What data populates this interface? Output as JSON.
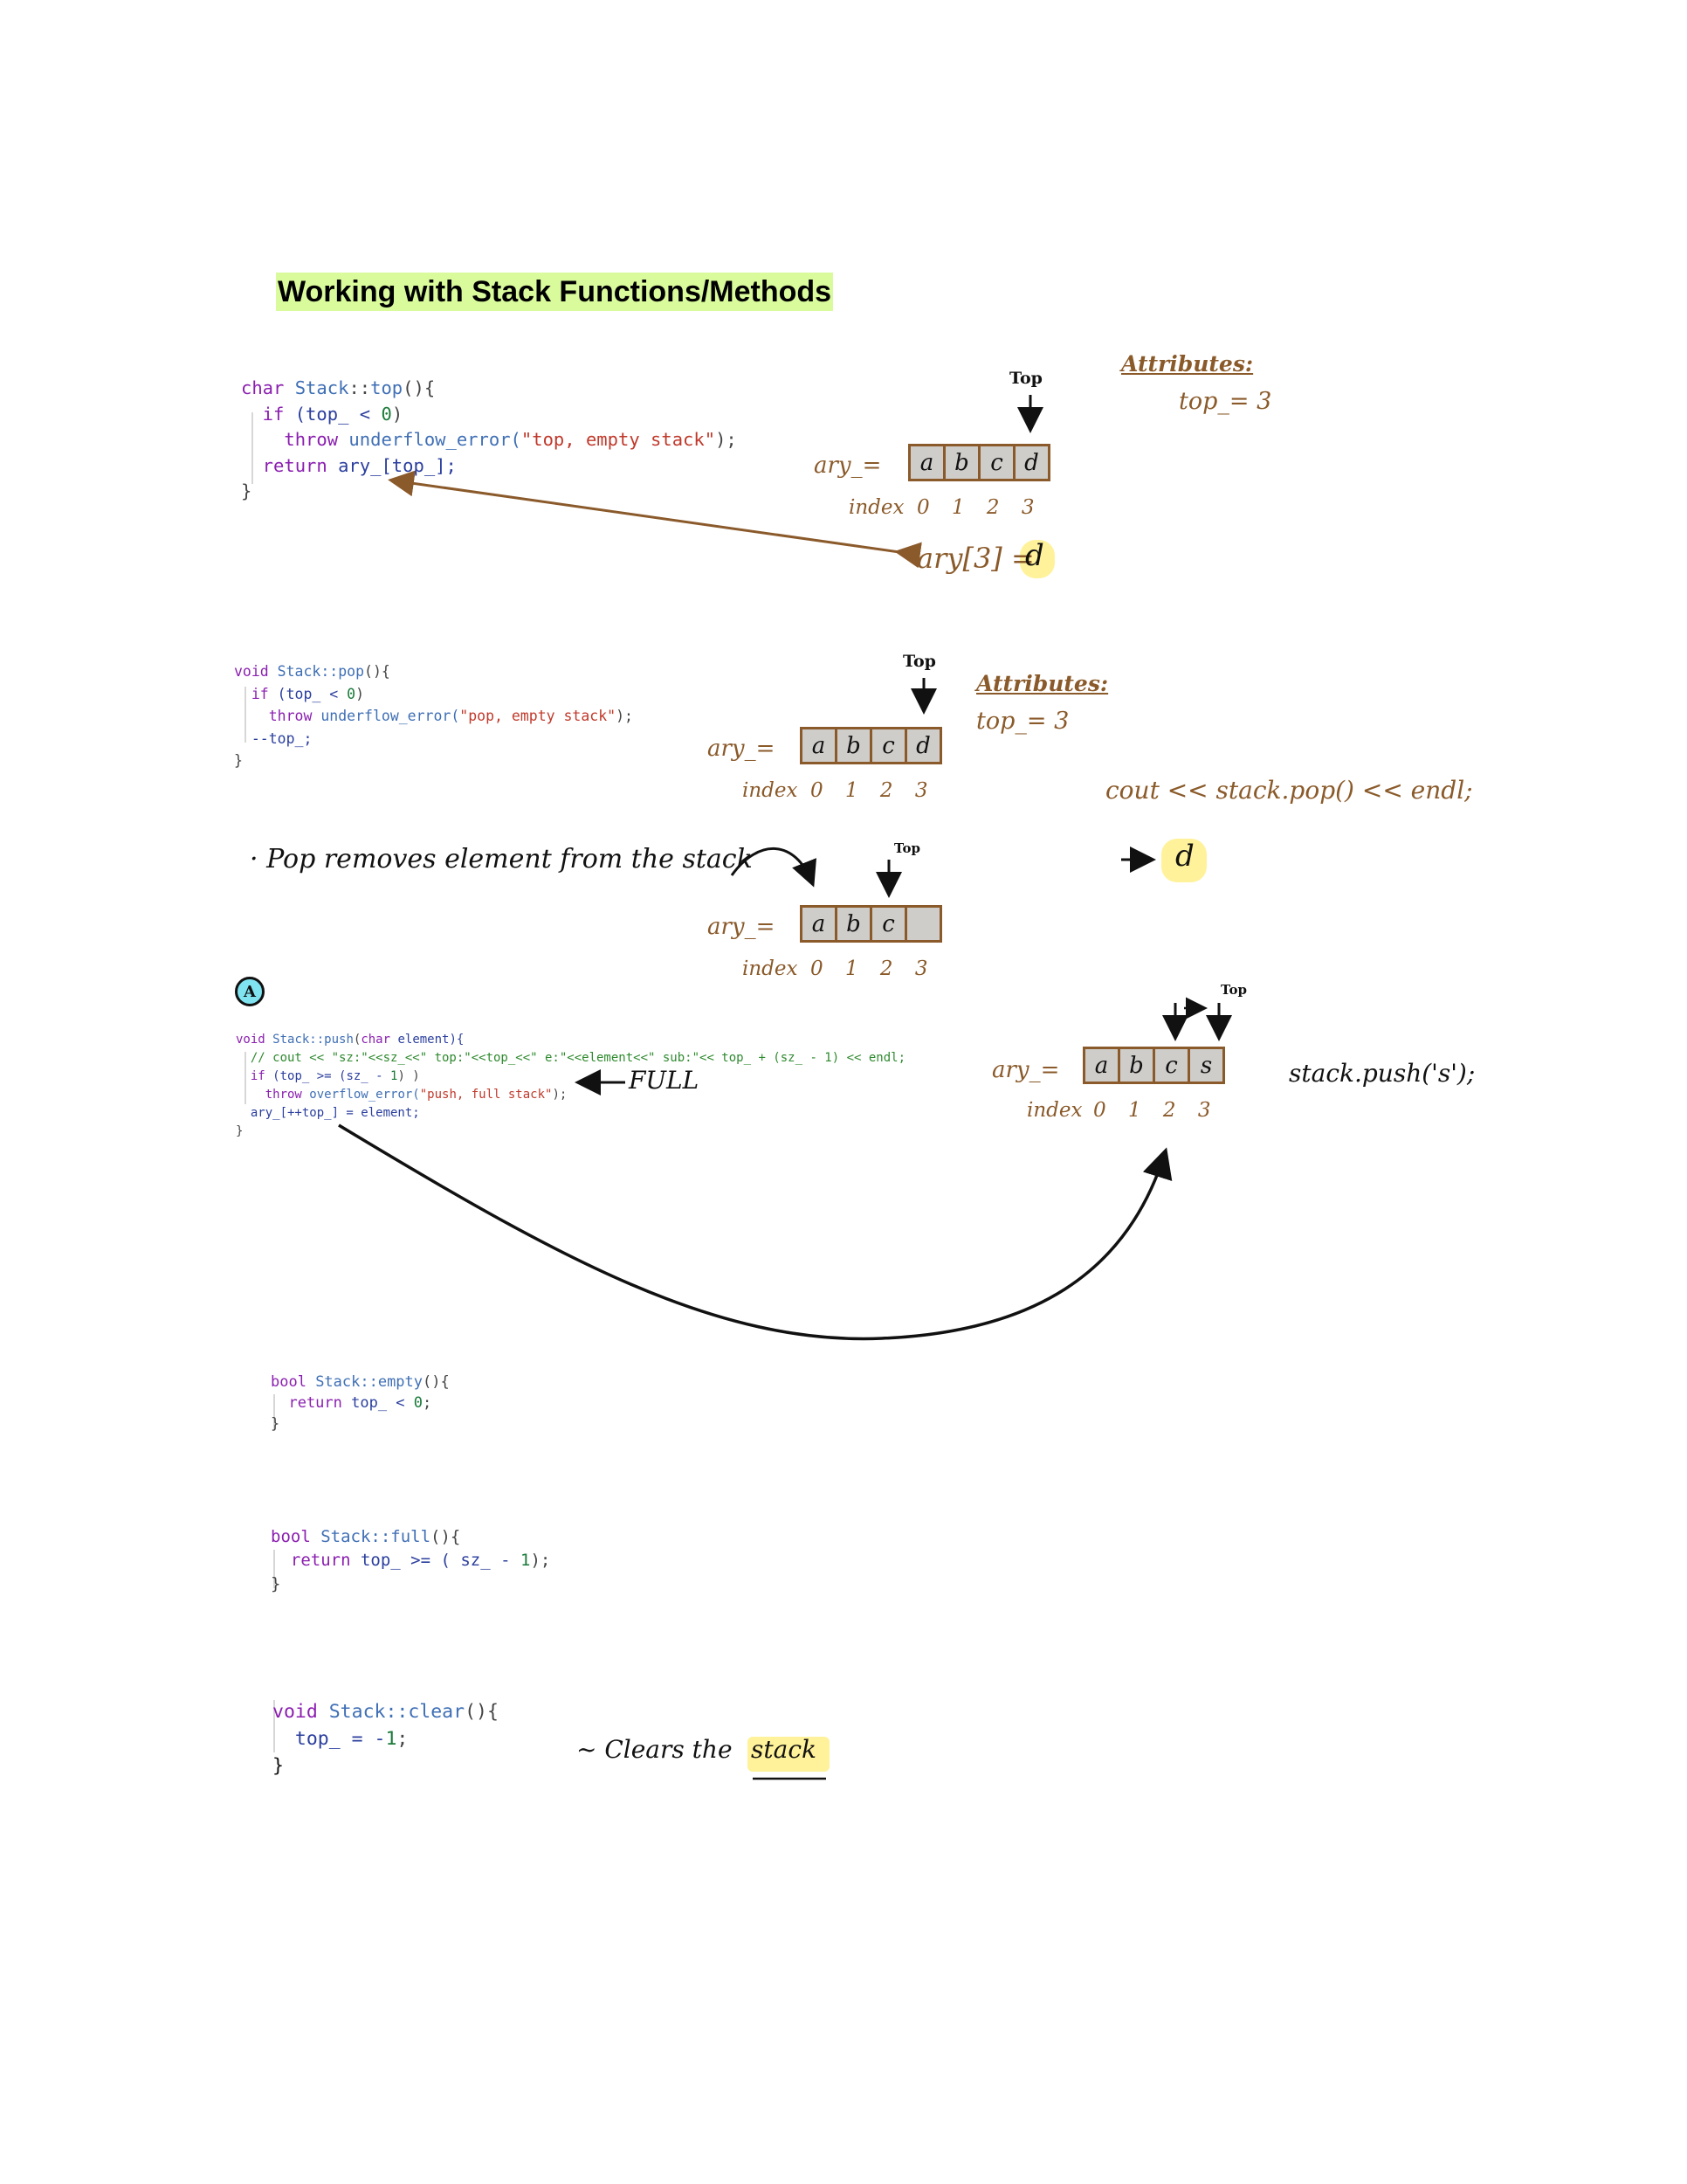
{
  "title": "Working with Stack Functions/Methods",
  "colors": {
    "title_highlight": "#d9fb9c",
    "handwriting": "#8a5a2a",
    "array_border": "#8b5a2b",
    "array_cell": "#cfcdca",
    "highlight": "#fff29a",
    "marker": "#7fe3f0"
  },
  "code_blocks": [
    {
      "name": "code-top",
      "lines": [
        [
          {
            "t": "char ",
            "c": "#8b1fb0"
          },
          {
            "t": "Stack",
            "c": "#3f6fb5"
          },
          {
            "t": "::",
            "c": "#444"
          },
          {
            "t": "top",
            "c": "#3f6fb5"
          },
          {
            "t": "(){",
            "c": "#444"
          }
        ],
        [
          {
            "t": "  if ",
            "c": "#8b1fb0"
          },
          {
            "t": "(top_ < ",
            "c": "#2b3f9e"
          },
          {
            "t": "0",
            "c": "#1a7a3a"
          },
          {
            "t": ")",
            "c": "#444"
          }
        ],
        [
          {
            "t": "    throw ",
            "c": "#8b1fb0"
          },
          {
            "t": "underflow_error(",
            "c": "#3f6fb5"
          },
          {
            "t": "\"top, empty stack\"",
            "c": "#c0392b"
          },
          {
            "t": ");",
            "c": "#444"
          }
        ],
        [
          {
            "t": "  return ",
            "c": "#8b1fb0"
          },
          {
            "t": "ary_[top_];",
            "c": "#2b3f9e"
          }
        ],
        [
          {
            "t": "}",
            "c": "#444"
          }
        ]
      ]
    },
    {
      "name": "code-pop",
      "lines": [
        [
          {
            "t": "void ",
            "c": "#8b1fb0"
          },
          {
            "t": "Stack::pop",
            "c": "#3f6fb5"
          },
          {
            "t": "(){",
            "c": "#444"
          }
        ],
        [
          {
            "t": "  if ",
            "c": "#8b1fb0"
          },
          {
            "t": "(top_ < ",
            "c": "#2b3f9e"
          },
          {
            "t": "0",
            "c": "#1a7a3a"
          },
          {
            "t": ")",
            "c": "#444"
          }
        ],
        [
          {
            "t": "    throw ",
            "c": "#8b1fb0"
          },
          {
            "t": "underflow_error(",
            "c": "#3f6fb5"
          },
          {
            "t": "\"pop, empty stack\"",
            "c": "#c0392b"
          },
          {
            "t": ");",
            "c": "#444"
          }
        ],
        [
          {
            "t": "  --top_;",
            "c": "#2b3f9e"
          }
        ],
        [
          {
            "t": "}",
            "c": "#444"
          }
        ]
      ]
    },
    {
      "name": "code-push",
      "lines": [
        [
          {
            "t": "void ",
            "c": "#8b1fb0"
          },
          {
            "t": "Stack::push",
            "c": "#3f6fb5"
          },
          {
            "t": "(",
            "c": "#444"
          },
          {
            "t": "char ",
            "c": "#8b1fb0"
          },
          {
            "t": "element){",
            "c": "#2b3f9e"
          }
        ],
        [
          {
            "t": "  // cout << \"sz:\"<<sz_<<\" top:\"<<top_<<\" e:\"<<element<<\" sub:\"<< top_ + (sz_ - 1) << endl;",
            "c": "#2f8a2f"
          }
        ],
        [
          {
            "t": "  if ",
            "c": "#8b1fb0"
          },
          {
            "t": "(top_ >= (sz_ - ",
            "c": "#2b3f9e"
          },
          {
            "t": "1",
            "c": "#1a7a3a"
          },
          {
            "t": ") )",
            "c": "#444"
          }
        ],
        [
          {
            "t": "    throw ",
            "c": "#8b1fb0"
          },
          {
            "t": "overflow_error(",
            "c": "#3f6fb5"
          },
          {
            "t": "\"push, full stack\"",
            "c": "#c0392b"
          },
          {
            "t": ");",
            "c": "#444"
          }
        ],
        [
          {
            "t": "  ary_[++top_] = element;",
            "c": "#2b3f9e"
          }
        ],
        [
          {
            "t": "}",
            "c": "#444"
          }
        ]
      ]
    },
    {
      "name": "code-empty",
      "lines": [
        [
          {
            "t": "bool ",
            "c": "#8b1fb0"
          },
          {
            "t": "Stack::empty",
            "c": "#3f6fb5"
          },
          {
            "t": "(){",
            "c": "#444"
          }
        ],
        [
          {
            "t": "  return ",
            "c": "#8b1fb0"
          },
          {
            "t": "top_ < ",
            "c": "#2b3f9e"
          },
          {
            "t": "0",
            "c": "#1a7a3a"
          },
          {
            "t": ";",
            "c": "#444"
          }
        ],
        [
          {
            "t": "}",
            "c": "#444"
          }
        ]
      ]
    },
    {
      "name": "code-full",
      "lines": [
        [
          {
            "t": "bool ",
            "c": "#8b1fb0"
          },
          {
            "t": "Stack::full",
            "c": "#3f6fb5"
          },
          {
            "t": "(){",
            "c": "#444"
          }
        ],
        [
          {
            "t": "  return ",
            "c": "#8b1fb0"
          },
          {
            "t": "top_ >= ( sz_ - ",
            "c": "#2b3f9e"
          },
          {
            "t": "1",
            "c": "#1a7a3a"
          },
          {
            "t": ");",
            "c": "#444"
          }
        ],
        [
          {
            "t": "}",
            "c": "#444"
          }
        ]
      ]
    },
    {
      "name": "code-clear",
      "lines": [
        [
          {
            "t": "void ",
            "c": "#8b1fb0"
          },
          {
            "t": "Stack::clear",
            "c": "#3f6fb5"
          },
          {
            "t": "(){",
            "c": "#444"
          }
        ],
        [
          {
            "t": "  top_ = -",
            "c": "#2b3f9e"
          },
          {
            "t": "1",
            "c": "#1a7a3a"
          },
          {
            "t": ";",
            "c": "#444"
          }
        ],
        [
          {
            "t": "}",
            "c": "#111"
          }
        ]
      ]
    }
  ],
  "section_top": {
    "top_label": "Top",
    "array_label": "ary_=",
    "cells": [
      "a",
      "b",
      "c",
      "d"
    ],
    "index_label": "index",
    "indices": [
      "0",
      "1",
      "2",
      "3"
    ],
    "access_expr": "ary[3] =",
    "access_value": "d",
    "attributes_title": "Attributes:",
    "attributes_value": "top_= 3"
  },
  "section_pop": {
    "top_label": "Top",
    "array_label": "ary_=",
    "cells": [
      "a",
      "b",
      "c",
      "d"
    ],
    "index_label": "index",
    "indices": [
      "0",
      "1",
      "2",
      "3"
    ],
    "attributes_title": "Attributes:",
    "attributes_value": "top_= 3",
    "cout_line": "cout << stack.pop() << endl;",
    "output_value": "d",
    "note": "· Pop removes element from the stack",
    "after_top_label": "Top",
    "after_array_label": "ary_=",
    "after_cells": [
      "a",
      "b",
      "c",
      ""
    ],
    "after_index_label": "index",
    "after_indices": [
      "0",
      "1",
      "2",
      "3"
    ]
  },
  "section_push": {
    "marker": "A",
    "full_note": "FULL",
    "top_label": "Top",
    "array_label": "ary_=",
    "cells": [
      "a",
      "b",
      "c",
      "s"
    ],
    "index_label": "index",
    "indices": [
      "0",
      "1",
      "2",
      "3"
    ],
    "call": "stack.push('s');"
  },
  "section_clear": {
    "note_prefix": "~ Clears the",
    "note_word": "stack"
  }
}
